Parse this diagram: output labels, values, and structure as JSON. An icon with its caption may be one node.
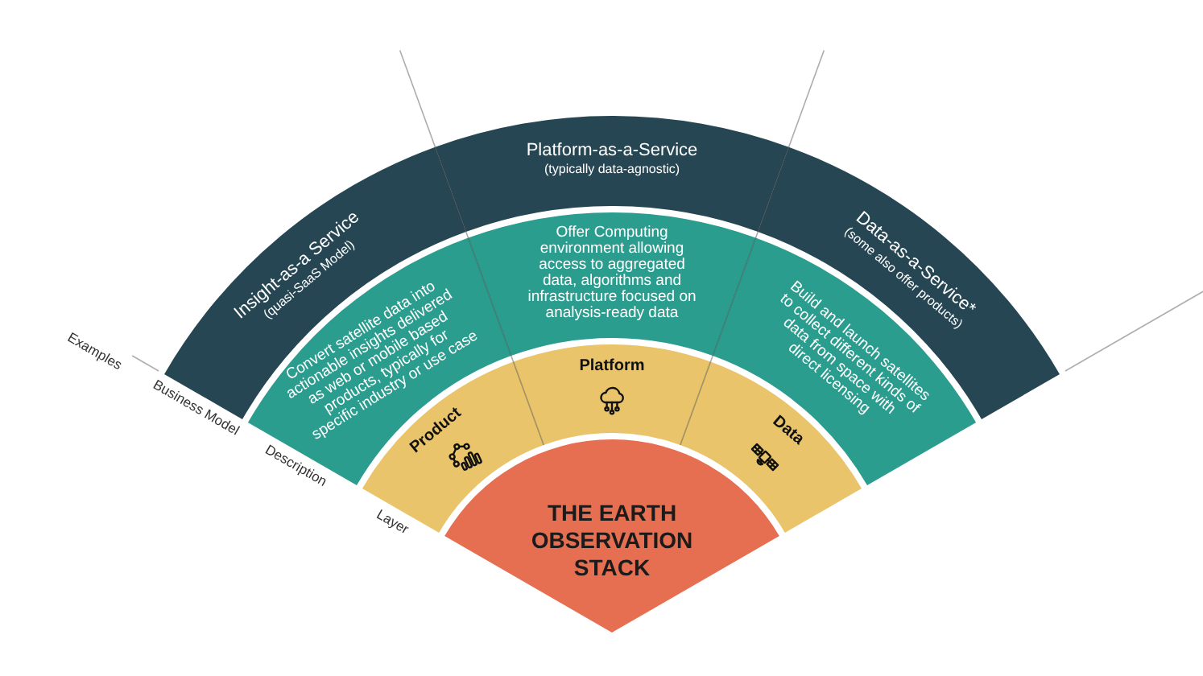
{
  "diagram": {
    "nodes": [
      {
        "text": [
          "Insight-as-a Service",
          "(quasi-SaaS Model)"
        ]
      },
      {
        "text": [
          "Platform-as-a-Service",
          "(typically data-agnostic)"
        ]
      },
      {
        "text": [
          "Data-as-a-Service*",
          "(some also offer products)"
        ]
      },
      {
        "text": [
          "Convert satellite data into actionable insights delivered as web or mobile based products, typically for specific industry or use case"
        ]
      },
      {
        "text": [
          "Offer Computing environment allowing access to aggregated data, algorithms and infrastructure focused on analysis-ready data"
        ]
      },
      {
        "text": [
          "Build and launch satellites to collect different kinds of data from space with direct licensing"
        ]
      },
      {
        "text": [
          "Product"
        ]
      },
      {
        "text": [
          "Platform"
        ]
      },
      {
        "text": [
          "Data"
        ]
      },
      {
        "text": [
          "THE EARTH OBSERVATION STACK"
        ]
      }
    ],
    "labels": [
      "Examples",
      "Business Model",
      "Description",
      "Layer"
    ]
  }
}
